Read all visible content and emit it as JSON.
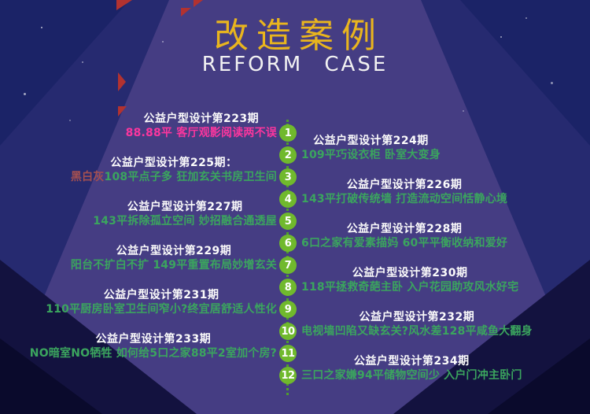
{
  "header": {
    "title": "改造案例",
    "subtitle": "REFORM CASE"
  },
  "timeline": {
    "entries": [
      {
        "num": "1",
        "title": "公益户型设计第223期",
        "subtitle": "88.88平 客厅观影阅读两不误"
      },
      {
        "num": "2",
        "title": "公益户型设计第224期",
        "subtitle": "109平巧设衣柜 卧室大变身"
      },
      {
        "num": "3",
        "title": "公益户型设计第225期：",
        "subtitle_prefix": "黑白灰",
        "subtitle_rest": "108平点子多 狂加玄关书房卫生间"
      },
      {
        "num": "4",
        "title": "公益户型设计第226期",
        "subtitle": "143平打破传统墙 打造流动空间恬静心境"
      },
      {
        "num": "5",
        "title": "公益户型设计第227期",
        "subtitle": "143平拆除孤立空间 妙招融合通透屋"
      },
      {
        "num": "6",
        "title": "公益户型设计第228期",
        "subtitle": "6口之家有爱素描妈 60平平衡收纳和爱好"
      },
      {
        "num": "7",
        "title": "公益户型设计第229期",
        "subtitle": "阳台不扩白不扩 149平重置布局妙增玄关"
      },
      {
        "num": "8",
        "title": "公益户型设计第230期",
        "subtitle": "118平拯救奇葩主卧 入户花园助攻风水好宅"
      },
      {
        "num": "9",
        "title": "公益户型设计第231期",
        "subtitle": "110平厨房卧室卫生间窄小?终宜居舒适人性化"
      },
      {
        "num": "10",
        "title": "公益户型设计第232期",
        "subtitle": "电视墙凹陷又缺玄关?风水差128平咸鱼大翻身"
      },
      {
        "num": "11",
        "title": "公益户型设计第233期",
        "subtitle": "NO暗室NO牺牲 如何给5口之家88平2室加个房?"
      },
      {
        "num": "12",
        "title": "公益户型设计第234期",
        "subtitle": "三口之家嫌94平储物空间少 入户门冲主卧门"
      }
    ]
  },
  "colors": {
    "background_navy": "#262a70",
    "beam_purple": "#453d83",
    "heading_gold": "#e9b51e",
    "badge_green": "#70b92d",
    "subtitle_green": "#3ba55e",
    "subtitle_pink": "#fb369e",
    "subtitle_red_brown": "#a55050"
  }
}
